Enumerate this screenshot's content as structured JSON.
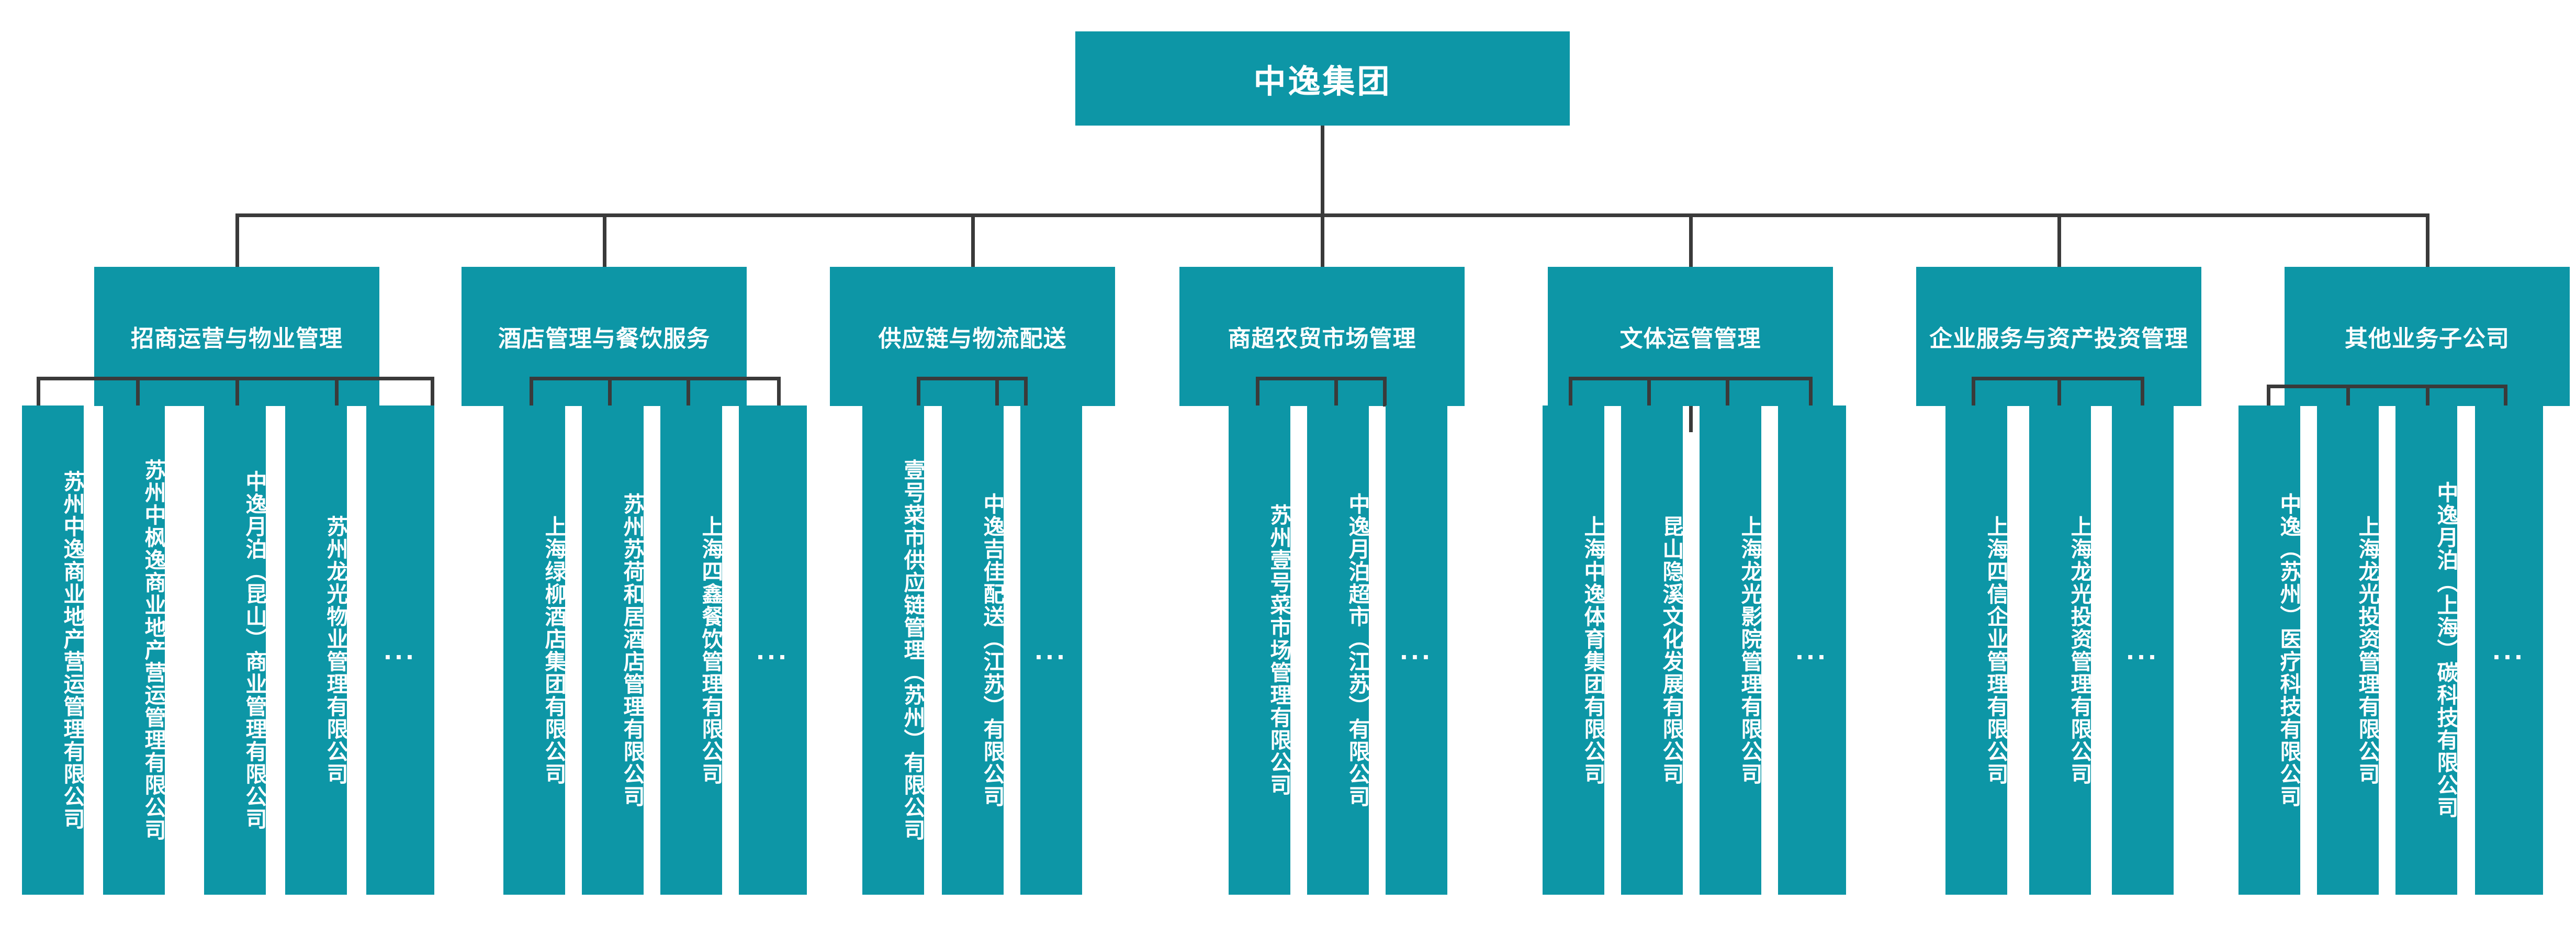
{
  "colors": {
    "node_fill": "#0d96a6",
    "node_text": "#ffffff",
    "connector": "#3a3a3a",
    "background": "#ffffff"
  },
  "root": {
    "label": "中逸集团"
  },
  "ellipsis_label": "...",
  "divisions": [
    {
      "label": "招商运营与物业管理",
      "children": [
        "苏州中逸商业地产营运管理有限公司",
        "苏州中枫逸商业地产营运管理有限公司",
        "中逸月泊（昆山）商业管理有限公司",
        "苏州龙光物业管理有限公司",
        "..."
      ]
    },
    {
      "label": "酒店管理与餐饮服务",
      "children": [
        "上海绿柳酒店集团有限公司",
        "苏州苏荷和居酒店管理有限公司",
        "上海四鑫餐饮管理有限公司",
        "..."
      ]
    },
    {
      "label": "供应链与物流配送",
      "children": [
        "壹号菜市供应链管理（苏州）有限公司",
        "中逸吉佳配送（江苏）有限公司",
        "..."
      ]
    },
    {
      "label": "商超农贸市场管理",
      "children": [
        "苏州壹号菜市场管理有限公司",
        "中逸月泊超市（江苏）有限公司",
        "..."
      ]
    },
    {
      "label": "文体运管管理",
      "children": [
        "上海中逸体育集团有限公司",
        "昆山隐溪文化发展有限公司",
        "上海龙光影院管理有限公司",
        "..."
      ]
    },
    {
      "label": "企业服务与资产投资管理",
      "children": [
        "上海四信企业管理有限公司",
        "上海龙光投资管理有限公司",
        "..."
      ]
    },
    {
      "label": "其他业务子公司",
      "children": [
        "中逸（苏州）医疗科技有限公司",
        "上海龙光投资管理有限公司",
        "中逸月泊（上海）碳科技有限公司",
        "..."
      ]
    }
  ]
}
